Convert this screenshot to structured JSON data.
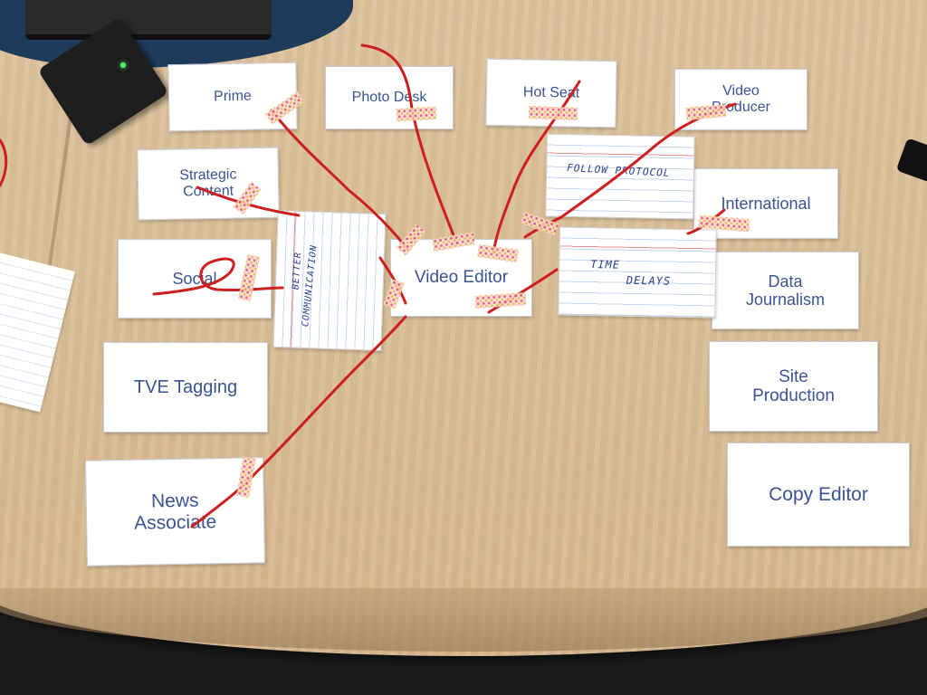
{
  "scene": {
    "role_cards": [
      {
        "id": "prime",
        "lines": [
          "Prime"
        ]
      },
      {
        "id": "photo-desk",
        "lines": [
          "Photo Desk"
        ]
      },
      {
        "id": "hot-seat",
        "lines": [
          "Hot Seat"
        ]
      },
      {
        "id": "video-producer",
        "lines": [
          "Video",
          "Producer"
        ]
      },
      {
        "id": "strategic-content",
        "lines": [
          "Strategic",
          "Content"
        ]
      },
      {
        "id": "international",
        "lines": [
          "International"
        ]
      },
      {
        "id": "social",
        "lines": [
          "Social"
        ]
      },
      {
        "id": "video-editor",
        "lines": [
          "Video Editor"
        ]
      },
      {
        "id": "data-journalism",
        "lines": [
          "Data",
          "Journalism"
        ]
      },
      {
        "id": "tve-tagging",
        "lines": [
          "TVE Tagging"
        ]
      },
      {
        "id": "site-production",
        "lines": [
          "Site",
          "Production"
        ]
      },
      {
        "id": "news-associate",
        "lines": [
          "News",
          "Associate"
        ]
      },
      {
        "id": "copy-editor",
        "lines": [
          "Copy Editor"
        ]
      }
    ],
    "notes": {
      "follow_protocol": "FOLLOW PROTOCOL",
      "time_delays_1": "TIME",
      "time_delays_2": "DELAYS",
      "better_communication_1": "BETTER",
      "better_communication_2": "COMMUNICATION"
    },
    "colors": {
      "card_text": "#3a5392",
      "yarn": "#cc1f1f",
      "pen_ink": "#2a3c8e",
      "desk": "#d9bf99"
    }
  }
}
